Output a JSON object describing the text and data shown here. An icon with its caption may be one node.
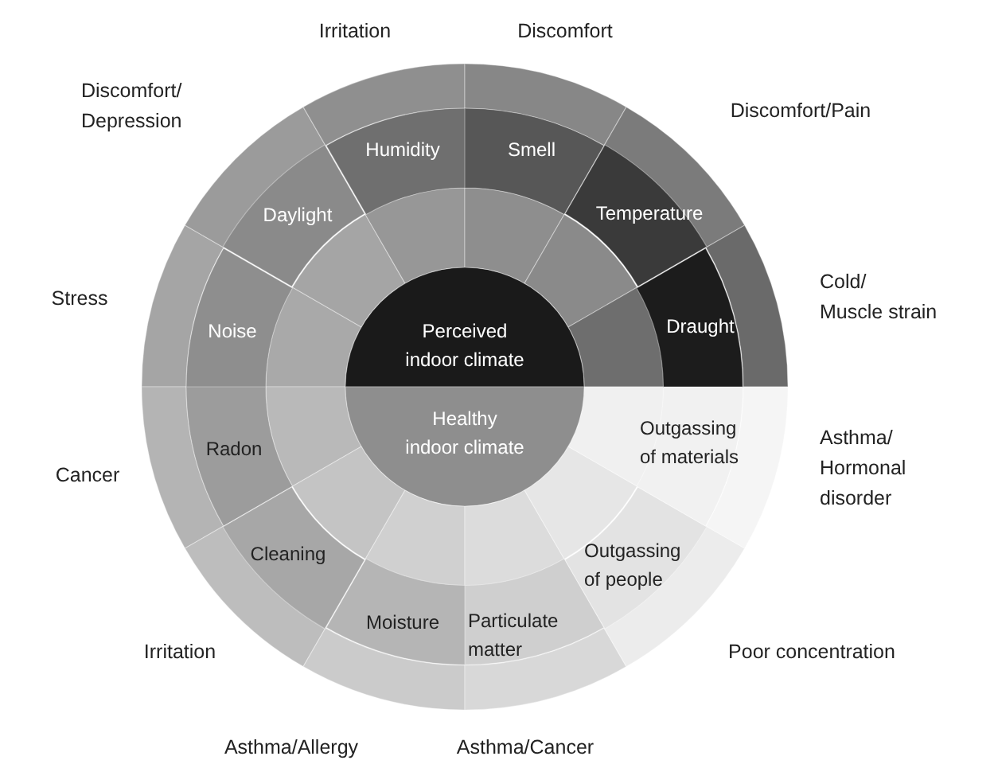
{
  "diagram": {
    "nodes": [
      {
        "text": [
          "Perceived indoor climate"
        ]
      },
      {
        "text": [
          "Healthy indoor climate"
        ]
      },
      {
        "text": [
          "Noise"
        ],
        "beside": [
          "Stress"
        ]
      },
      {
        "text": [
          "Daylight"
        ],
        "beside": [
          "Discomfort/ Depression"
        ]
      },
      {
        "text": [
          "Humidity"
        ],
        "beside": [
          "Irritation"
        ]
      },
      {
        "text": [
          "Smell"
        ],
        "beside": [
          "Discomfort"
        ]
      },
      {
        "text": [
          "Temperature"
        ],
        "beside": [
          "Discomfort/Pain"
        ]
      },
      {
        "text": [
          "Draught"
        ],
        "beside": [
          "Cold/ Muscle strain"
        ]
      },
      {
        "text": [
          "Radon"
        ],
        "beside": [
          "Cancer"
        ]
      },
      {
        "text": [
          "Cleaning"
        ],
        "beside": [
          "Irritation"
        ]
      },
      {
        "text": [
          "Moisture"
        ],
        "beside": [
          "Asthma/Allergy"
        ]
      },
      {
        "text": [
          "Particulate matter"
        ],
        "beside": [
          "Asthma/Cancer"
        ]
      },
      {
        "text": [
          "Outgassing of people"
        ],
        "beside": [
          "Poor concentration"
        ]
      },
      {
        "text": [
          "Outgassing of materials"
        ],
        "beside": [
          "Asthma/ Hormonal disorder"
        ]
      }
    ],
    "edges": []
  }
}
